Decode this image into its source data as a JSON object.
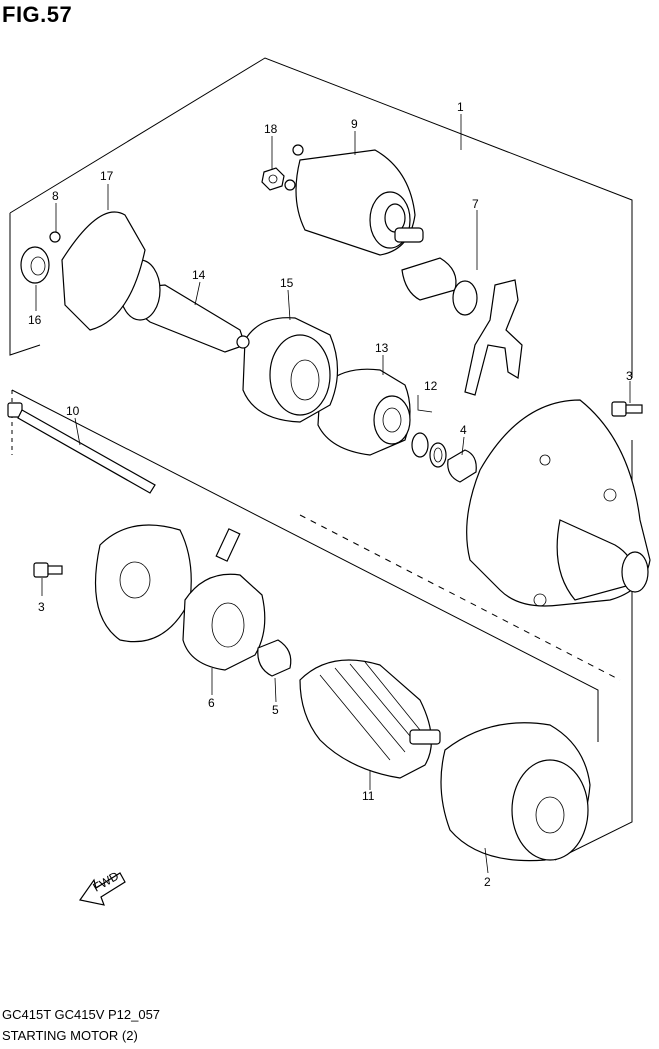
{
  "header": {
    "figure_label": "FIG.57"
  },
  "callouts": {
    "n1": "1",
    "n2": "2",
    "n3a": "3",
    "n3b": "3",
    "n4": "4",
    "n5": "5",
    "n6": "6",
    "n7": "7",
    "n8": "8",
    "n9": "9",
    "n10": "10",
    "n11": "11",
    "n12": "12",
    "n13": "13",
    "n14": "14",
    "n15": "15",
    "n16": "16",
    "n17": "17",
    "n18": "18"
  },
  "fwd_marker": "FWD",
  "footer": {
    "model_code": "GC415T GC415V P12_057",
    "caption": "STARTING MOTOR (2)"
  }
}
